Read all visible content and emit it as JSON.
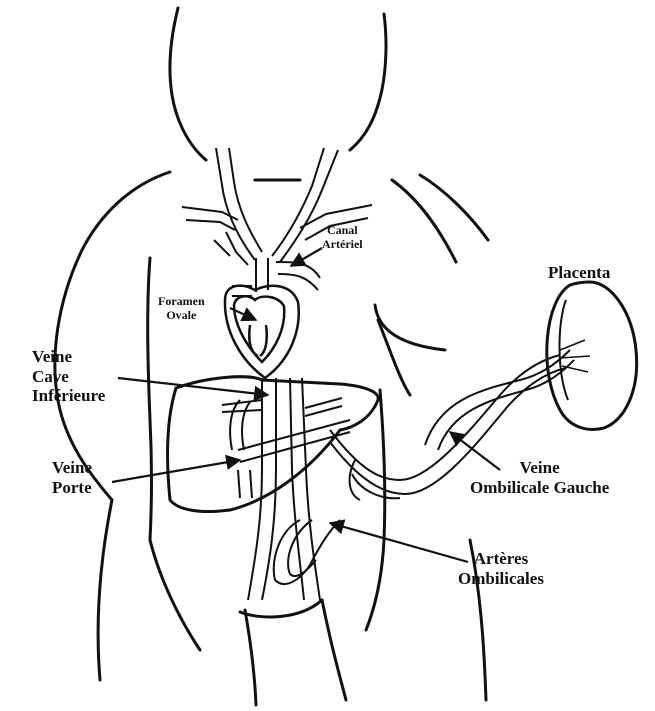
{
  "colors": {
    "ink": "#111111",
    "paper": "#ffffff"
  },
  "labels": {
    "canal_arteriel": [
      "Canal",
      "Artériel"
    ],
    "foramen_ovale": [
      "Foramen",
      "Ovale"
    ],
    "placenta": [
      "Placenta"
    ],
    "veine_cave_inferieure": [
      "Veine",
      "Cave",
      "Inférieure"
    ],
    "veine_porte": [
      "Veine",
      "Porte"
    ],
    "veine_ombilicale_gauche": [
      "Veine",
      "Ombilicale Gauche"
    ],
    "arteres_ombilicales": [
      "Artères",
      "Ombilicales"
    ]
  },
  "icons": [
    "arrow",
    "heart",
    "placenta-disc",
    "liver-outline",
    "body-outline"
  ]
}
